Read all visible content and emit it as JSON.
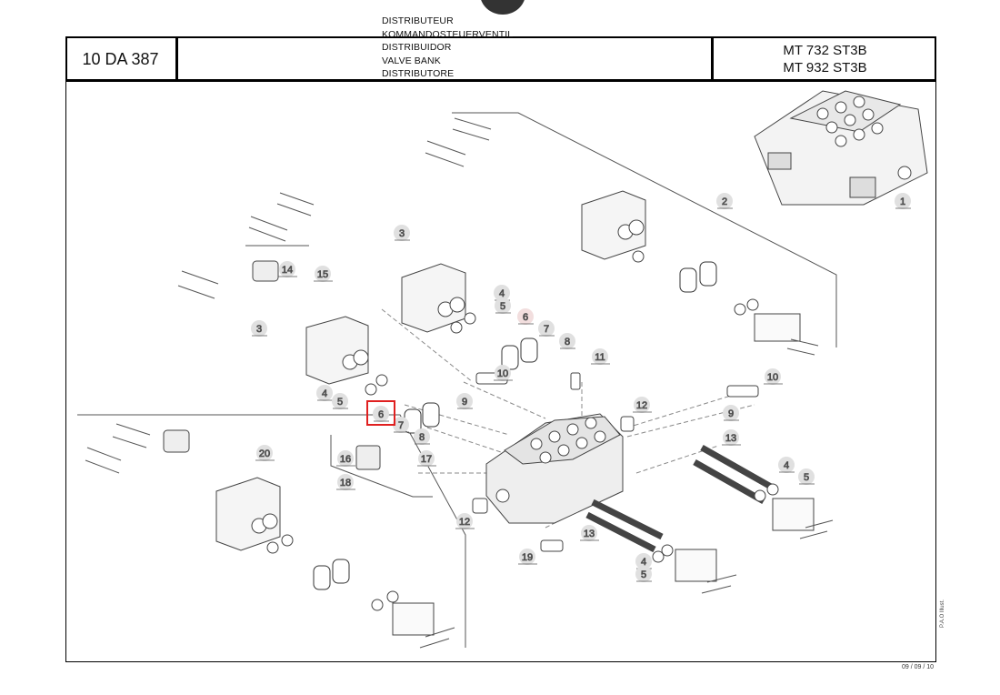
{
  "header": {
    "reference": "10 DA 387",
    "titles": [
      "DISTRIBUTEUR",
      "KOMMANDOSTEUERVENTIL",
      "DISTRIBUIDOR",
      "VALVE BANK",
      "DISTRIBUTORE"
    ],
    "models": [
      "MT 732 ST3B",
      "MT 932 ST3B"
    ]
  },
  "callouts": [
    {
      "label": "1"
    },
    {
      "label": "2"
    },
    {
      "label": "3"
    },
    {
      "label": "14"
    },
    {
      "label": "15"
    },
    {
      "label": "3"
    },
    {
      "label": "4"
    },
    {
      "label": "5"
    },
    {
      "label": "6"
    },
    {
      "label": "7"
    },
    {
      "label": "8"
    },
    {
      "label": "11"
    },
    {
      "label": "10"
    },
    {
      "label": "9"
    },
    {
      "label": "4"
    },
    {
      "label": "5"
    },
    {
      "label": "6"
    },
    {
      "label": "7"
    },
    {
      "label": "8"
    },
    {
      "label": "12"
    },
    {
      "label": "10"
    },
    {
      "label": "9"
    },
    {
      "label": "13"
    },
    {
      "label": "4"
    },
    {
      "label": "5"
    },
    {
      "label": "20"
    },
    {
      "label": "16"
    },
    {
      "label": "17"
    },
    {
      "label": "18"
    },
    {
      "label": "12"
    },
    {
      "label": "13"
    },
    {
      "label": "19"
    },
    {
      "label": "4"
    },
    {
      "label": "5"
    }
  ],
  "highlighted_callout": "6",
  "footer": {
    "date": "09 / 09 / 10",
    "side_note": "P.A.O Illust."
  },
  "colors": {
    "highlight": "#e02020",
    "line": "#555555"
  }
}
